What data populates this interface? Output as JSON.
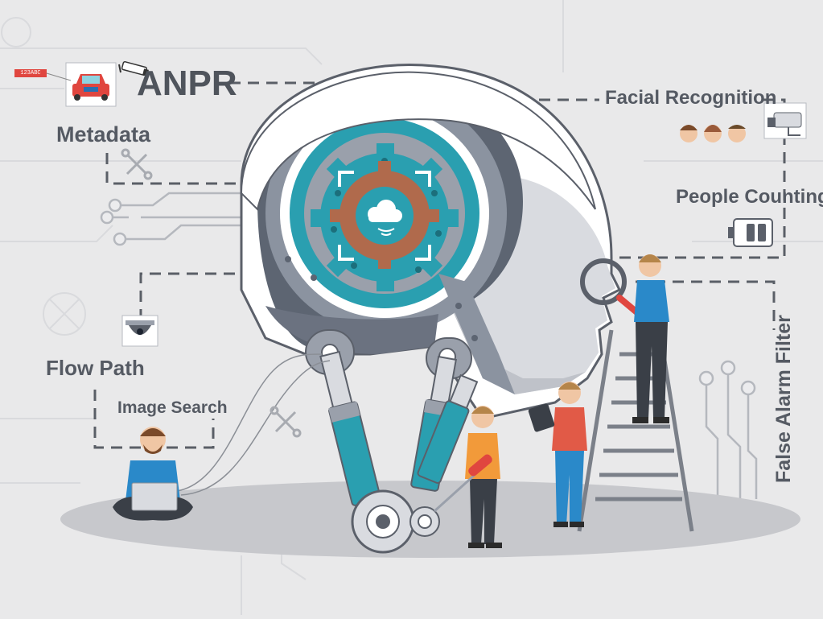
{
  "labels": {
    "anpr": "ANPR",
    "metadata": "Metadata",
    "facial_recognition": "Facial Recognition",
    "people_counting": "People Counting",
    "flow_path": "Flow Path",
    "image_search": "Image Search",
    "false_alarm_filter": "False Alarm Filter",
    "license_plate": "123ABC"
  },
  "colors": {
    "background": "#e9e9ea",
    "teal": "#2a9fb0",
    "copper": "#b06a4c",
    "head_white": "#ffffff",
    "head_gray": "#9aa0ab",
    "label_gray": "#555a63",
    "floor": "#c7c8cc"
  },
  "icons": [
    "car-icon",
    "camera-icon",
    "wrench-icon",
    "dome-camera-icon",
    "face-icon",
    "battery-icon",
    "cloud-icon",
    "magnifier-icon",
    "screwdriver-icon",
    "ladder-icon",
    "laptop-icon",
    "tablet-icon"
  ]
}
